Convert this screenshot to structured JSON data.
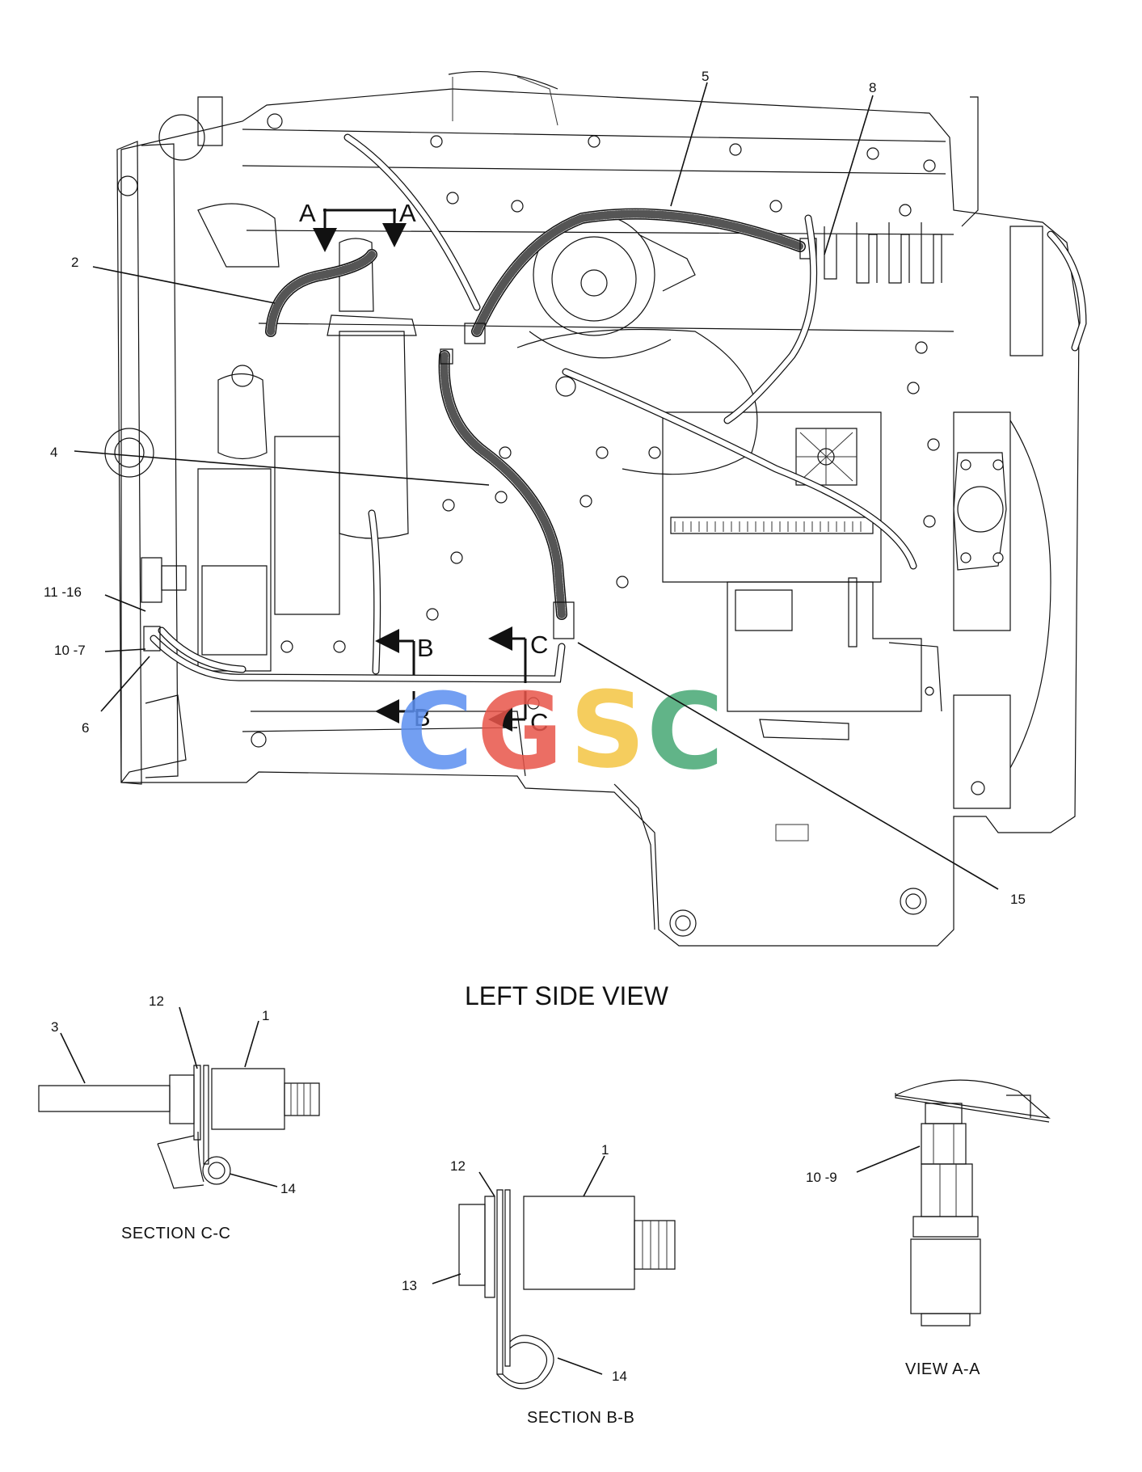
{
  "title": "LEFT SIDE VIEW",
  "markers": {
    "a": "A",
    "b": "B",
    "c": "C"
  },
  "callouts": {
    "c1": "1",
    "c2": "2",
    "c3": "3",
    "c4": "4",
    "c5": "5",
    "c6": "6",
    "c8": "8",
    "c10_7": "10 -7",
    "c10_9": "10 -9",
    "c11_16": "11 -16",
    "c12": "12",
    "c13": "13",
    "c14": "14",
    "c15": "15"
  },
  "captions": {
    "section_cc": "SECTION C-C",
    "section_bb": "SECTION B-B",
    "view_aa": "VIEW A-A"
  },
  "watermark": {
    "letters": [
      "C",
      "G",
      "S",
      "C"
    ],
    "colors": [
      "#5b8ff0",
      "#e8554a",
      "#f4c542",
      "#46a874"
    ]
  }
}
